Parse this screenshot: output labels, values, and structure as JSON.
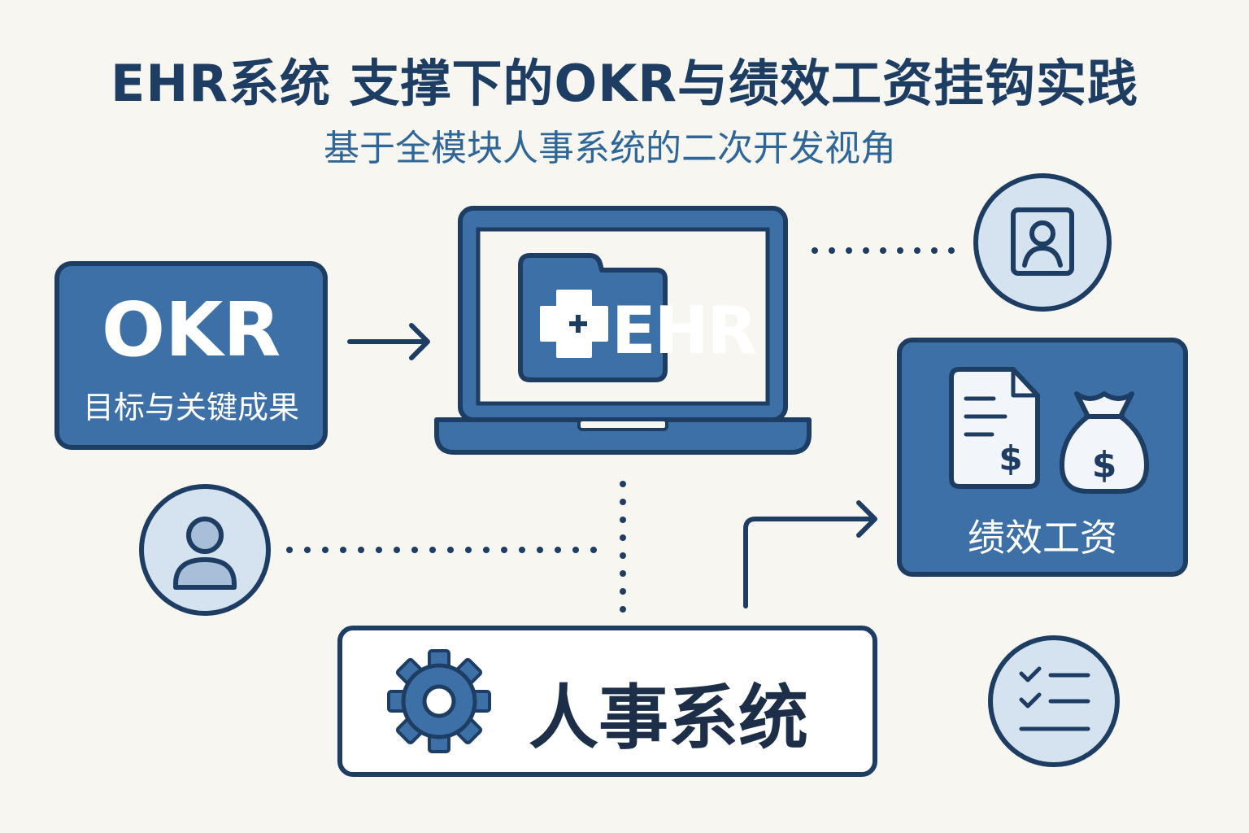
{
  "header": {
    "title": "EHR系统 支撑下的OKR与绩效工资挂钩实践",
    "subtitle": "基于全模块人事系统的二次开发视角"
  },
  "okr_box": {
    "title": "OKR",
    "subtitle": "目标与关键成果"
  },
  "ehr_laptop": {
    "label": "EHR",
    "icon": "medical-folder-icon"
  },
  "pay_box": {
    "label": "绩效工资",
    "icons": [
      "invoice-dollar-icon",
      "money-bag-icon"
    ]
  },
  "hr_system": {
    "label": "人事系统",
    "icon": "gear-icon"
  },
  "side_icons": [
    "id-card-icon",
    "user-icon",
    "checklist-icon"
  ],
  "colors": {
    "background": "#f8f6f0",
    "navy": "#1d3d63",
    "blue": "#3d70a6",
    "light_blue": "#d5e3f0"
  }
}
